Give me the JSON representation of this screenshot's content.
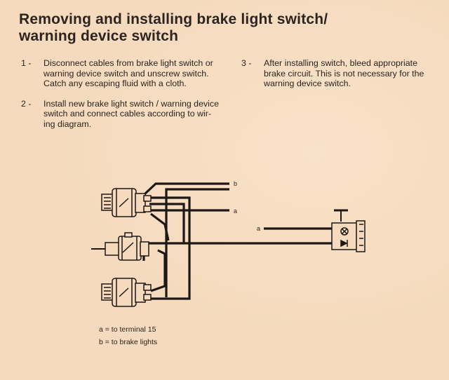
{
  "title_lines": [
    "Removing and installing brake light switch/",
    "warning device switch"
  ],
  "steps": [
    {
      "num": "1 -",
      "lines": [
        "Disconnect cables from brake light switch or",
        "warning device switch and unscrew switch.",
        "Catch any escaping fluid with a cloth."
      ]
    },
    {
      "num": "2 -",
      "lines": [
        "Install new brake light switch / warning device",
        "switch and connect cables according to wir-",
        "ing diagram."
      ]
    },
    {
      "num": "3 -",
      "lines": [
        "After installing switch, bleed appropriate",
        "brake circuit. This is not necessary for the",
        "warning device switch."
      ]
    }
  ],
  "diagram": {
    "wire_labels": {
      "b": "b",
      "a_top": "a",
      "a_right": "a"
    }
  },
  "legend": [
    "a = to terminal 15",
    "b = to brake lights"
  ]
}
